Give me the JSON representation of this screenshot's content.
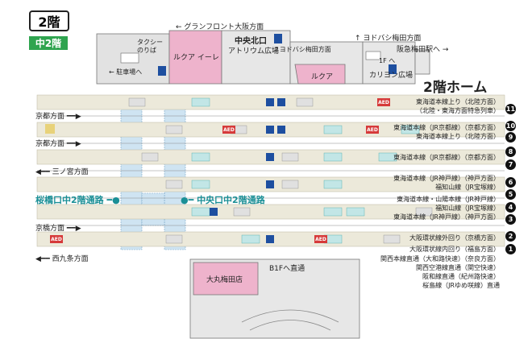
{
  "header": {
    "floor_title": "2階",
    "mezzanine_tag": "中2階",
    "home_title": "2階ホーム"
  },
  "upper_labels": {
    "grand_front": "グランフロント大阪方面",
    "taxi": "タクシー\nのりば",
    "bus": "駐車場へ",
    "lucua_1100": "ルクア イーレ",
    "central_north": "中央北口",
    "atrium": "アトリウム広場",
    "yodobashi_1": "ヨドバシ梅田方面",
    "yodobashi_2": "ヨドバシ梅田方面",
    "hankyu": "阪急梅田駅へ",
    "lucua": "ルクア",
    "f1": "1F へ",
    "carillon": "カリヨン広場"
  },
  "side_labels": {
    "kyoto_1": "京都方面",
    "kyoto_2": "京都方面",
    "sannomiya": "三ノ宮方面",
    "kyobashi": "京橋方面",
    "nishikujo": "西九条方面"
  },
  "passages": {
    "sakurabashi": "桜橋口中2階通路",
    "central": "中央口中2階通路"
  },
  "lower_labels": {
    "daimaru": "大丸梅田店",
    "b1f": "B1Fへ直通"
  },
  "tracks": [
    {
      "num": "11",
      "label": "東海道本線上り（北陸方面）"
    },
    {
      "num": "",
      "label": "（北陸・東海方面特急列車）"
    },
    {
      "num": "10",
      "label": "東海道本線（JR京都線）（京都方面）"
    },
    {
      "num": "9",
      "label": "東海道本線上り（北陸方面）"
    },
    {
      "num": "8",
      "label": "東海道本線（JR京都線）（京都方面）"
    },
    {
      "num": "7",
      "label": ""
    },
    {
      "num": "6",
      "label": "東海道本線（JR神戸線）（神戸方面）"
    },
    {
      "num": "",
      "label": "福知山線（JR宝塚線）"
    },
    {
      "num": "5",
      "label": "東海道本線・山陽本線（JR神戸線）"
    },
    {
      "num": "4",
      "label": "福知山線（JR宝塚線）"
    },
    {
      "num": "3",
      "label": "東海道本線（JR神戸線）（神戸方面）"
    },
    {
      "num": "2",
      "label": "大阪環状線外回り（京橋方面）"
    },
    {
      "num": "1",
      "label": "大阪環状線内回り（福島方面）"
    },
    {
      "num": "",
      "label": "関西本線直通（大和路快速）（奈良方面）"
    },
    {
      "num": "",
      "label": "関西空港線直通（関空快速）"
    },
    {
      "num": "",
      "label": "阪和線直通（紀州路快速）"
    },
    {
      "num": "",
      "label": "桜島線（JRゆめ咲線）直通"
    }
  ],
  "icons": {
    "aed": "AED",
    "exit_sign": "↑",
    "colors": {
      "platform": "#ece9da",
      "pink": "#eeb3cc",
      "passage": "#cfe4f2",
      "teal": "#1a8f96",
      "green": "#2fa44f"
    }
  }
}
